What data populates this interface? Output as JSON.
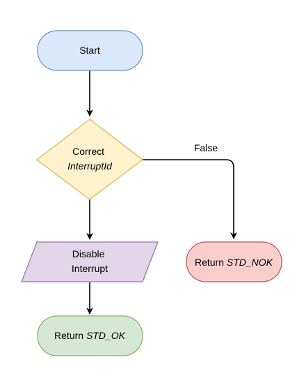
{
  "flowchart": {
    "nodes": {
      "start": {
        "shape": "terminator",
        "text": "Start",
        "fill": "#dae8fc",
        "stroke": "#6c8ebf"
      },
      "check": {
        "shape": "decision",
        "line1": "Correct",
        "line2": "InterruptId",
        "fill": "#fff2cc",
        "stroke": "#d6b656"
      },
      "disable": {
        "shape": "parallelogram",
        "line1": "Disable",
        "line2": "Interrupt",
        "fill": "#e1d5e7",
        "stroke": "#9673a6"
      },
      "return_ok": {
        "shape": "terminator",
        "prefix": "Return ",
        "value": "STD_OK",
        "fill": "#d5e8d4",
        "stroke": "#82b366"
      },
      "return_nok": {
        "shape": "terminator",
        "prefix": "Return ",
        "value": "STD_NOK",
        "fill": "#f8cecc",
        "stroke": "#b85450"
      }
    },
    "edges": [
      {
        "from": "start",
        "to": "check",
        "label": ""
      },
      {
        "from": "check",
        "to": "disable",
        "label": ""
      },
      {
        "from": "disable",
        "to": "return_ok",
        "label": ""
      },
      {
        "from": "check",
        "to": "return_nok",
        "label": "False"
      }
    ],
    "edge_color": "#000000"
  }
}
